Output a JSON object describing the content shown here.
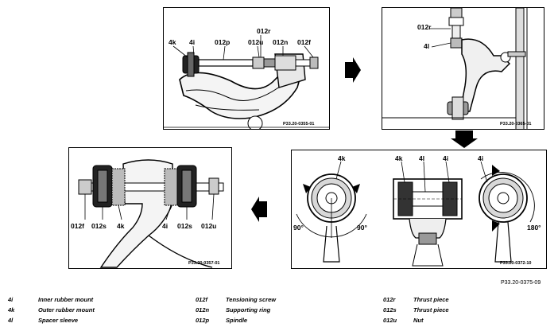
{
  "figure_ref": "P33.20-0375-09",
  "panels": {
    "p1": {
      "ref": "P33.20-0355-01",
      "labels": {
        "l4k": "4k",
        "l4i": "4i",
        "l012p": "012p",
        "l012r": "012r",
        "l012u": "012u",
        "l012n": "012n",
        "l012f": "012f"
      }
    },
    "p2": {
      "ref": "P33.20-0365-01",
      "labels": {
        "l012r": "012r",
        "l4l": "4l"
      }
    },
    "p3": {
      "ref": "P33.20-0372-10",
      "labels": {
        "l4k_left": "4k",
        "l4k_mid": "4k",
        "l4l_mid": "4l",
        "l4i_mid": "4i",
        "l4i_right": "4i",
        "a90_left": "90°",
        "a90_right": "90°",
        "a180": "180°"
      }
    },
    "p4": {
      "ref": "P33.20-0357-01",
      "labels": {
        "l012f": "012f",
        "l012s_l": "012s",
        "l4k": "4k",
        "l4i": "4i",
        "l012s_r": "012s",
        "l012u": "012u"
      }
    }
  },
  "legend": [
    [
      {
        "code": "4i",
        "text": "Inner rubber mount"
      },
      {
        "code": "4k",
        "text": "Outer rubber mount"
      },
      {
        "code": "4l",
        "text": "Spacer sleeve"
      }
    ],
    [
      {
        "code": "012f",
        "text": "Tensioning screw"
      },
      {
        "code": "012n",
        "text": "Supporting ring"
      },
      {
        "code": "012p",
        "text": "Spindle"
      }
    ],
    [
      {
        "code": "012r",
        "text": "Thrust piece"
      },
      {
        "code": "012s",
        "text": "Thrust piece"
      },
      {
        "code": "012u",
        "text": "Nut"
      }
    ]
  ]
}
